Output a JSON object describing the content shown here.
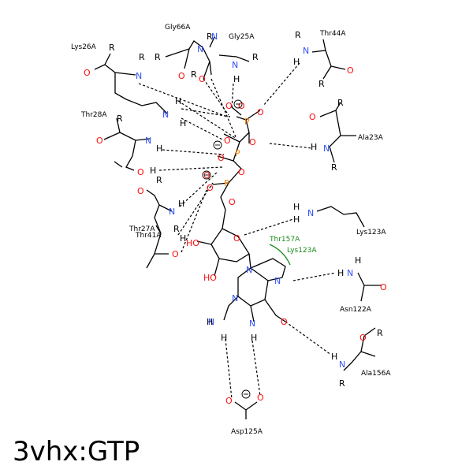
{
  "title": "3vhx:GTP",
  "residues": {
    "gly66": "Gly66A",
    "gly25": "Gly25A",
    "lys26": "Lys26A",
    "thr44": "Thr44A",
    "thr28": "Thr28A",
    "ala23": "Ala23A",
    "thr27": "Thr27A",
    "thr41": "Thr41A",
    "lys123": "Lys123A",
    "thr157": "Thr157A",
    "lys123b": "Lys123A",
    "asn122": "Asn122A",
    "ala156": "Ala156A",
    "asp125": "Asp125A"
  },
  "colors": {
    "oxygen": "#ff0d0d",
    "nitrogen": "#3050f8",
    "phosphorus": "#ff8000",
    "hydrophobic": "#1a8a1a"
  }
}
